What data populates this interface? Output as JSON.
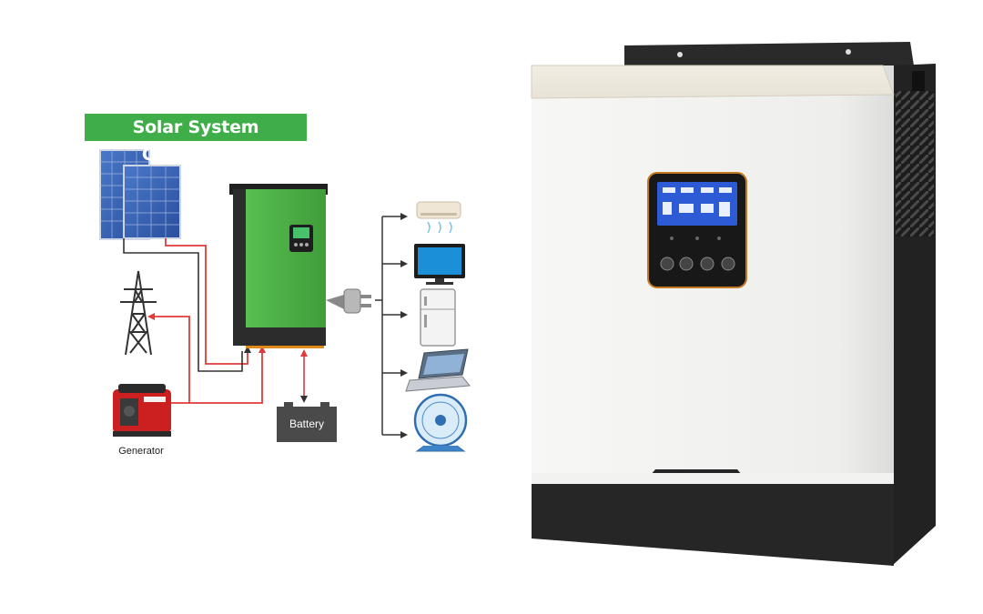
{
  "diagram": {
    "title": "Solar System Connection",
    "generator_label": "Generator",
    "battery_label": "Battery",
    "loads": [
      "air-conditioner-icon",
      "television-icon",
      "refrigerator-icon",
      "laptop-icon",
      "fan-icon"
    ]
  },
  "colors": {
    "banner_green": "#3fae49",
    "wire_red": "#e03a3a",
    "wire_dark": "#333333",
    "inverter_green": "#4cb848",
    "lcd_blue": "#2d5bd6"
  }
}
